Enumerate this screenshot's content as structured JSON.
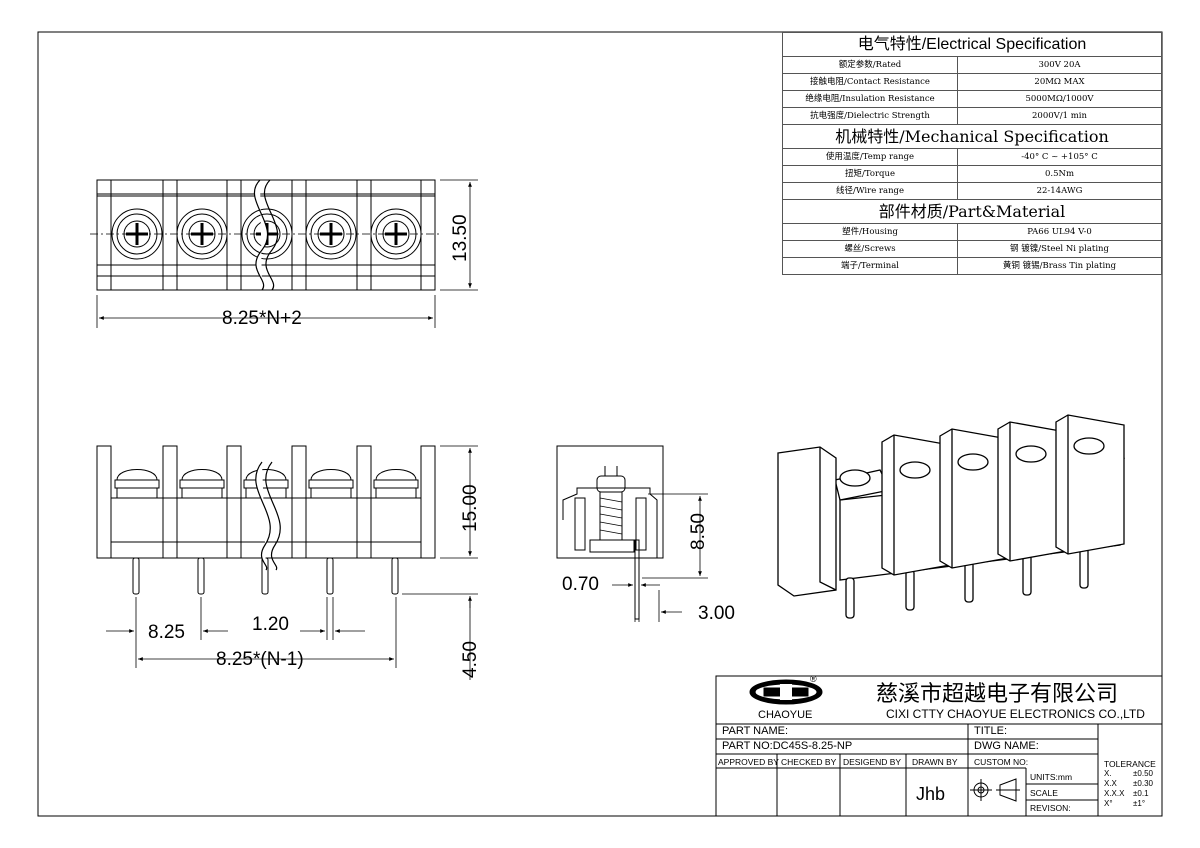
{
  "spec": {
    "electrical_title": "电气特性/Electrical Specification",
    "electrical_rows": [
      {
        "label": "额定参数/Rated",
        "value": "300V  20A"
      },
      {
        "label": "接触电阻/Contact Resistance",
        "value": "20MΩ MAX"
      },
      {
        "label": "绝缘电阻/Insulation Resistance",
        "value": "5000MΩ/1000V"
      },
      {
        "label": "抗电强度/Dielectric Strength",
        "value": "2000V/1 min"
      }
    ],
    "mechanical_title": "机械特性/Mechanical Specification",
    "mechanical_rows": [
      {
        "label": "使用温度/Temp range",
        "value": "-40° C ~ +105° C"
      },
      {
        "label": "扭矩/Torque",
        "value": "0.5Nm"
      },
      {
        "label": "线径/Wire range",
        "value": "22-14AWG"
      }
    ],
    "material_title": "部件材质/Part&Material",
    "material_rows": [
      {
        "label": "塑件/Housing",
        "value": "PA66 UL94 V-0"
      },
      {
        "label": "螺丝/Screws",
        "value": "钢 镀镍/Steel Ni plating"
      },
      {
        "label": "端子/Terminal",
        "value": "黄铜 镀锡/Brass Tin  plating"
      }
    ]
  },
  "dimensions": {
    "top_height": "13.50",
    "top_width": "8.25*N+2",
    "front_height": "15.00",
    "pin_length": "4.50",
    "pitch": "8.25",
    "pin_gap": "1.20",
    "pin_span": "8.25*(N-1)",
    "side_height": "8.50",
    "pin_thickness": "0.70",
    "side_offset": "3.00"
  },
  "title_block": {
    "company_cn": "慈溪市超越电子有限公司",
    "company_en": "CIXI CTTY CHAOYUE ELECTRONICS CO.,LTD",
    "logo_text": "CHAOYUE",
    "logo_mark": "®",
    "part_name_label": "PART NAME:",
    "title_label": "TITLE:",
    "part_no": "PART NO:DC45S-8.25-NP",
    "dwg_name_label": "DWG NAME:",
    "approved_by": "APPROVED BY",
    "checked_by": "CHECKED BY",
    "designed_by": "DESIGEND BY",
    "drawn_by": "DRAWN BY",
    "drawn_by_value": "Jhb",
    "custom_no": "CUSTOM NO:",
    "units": "UNITS:mm",
    "scale": "SCALE",
    "revison": "REVISON:",
    "tolerance_title": "TOLERANCE",
    "tolerance_rows": [
      {
        "k": "X.",
        "v": "±0.50"
      },
      {
        "k": "X.X",
        "v": "±0.30"
      },
      {
        "k": "X.X.X",
        "v": "±0.1"
      },
      {
        "k": "X°",
        "v": "±1°"
      }
    ]
  }
}
